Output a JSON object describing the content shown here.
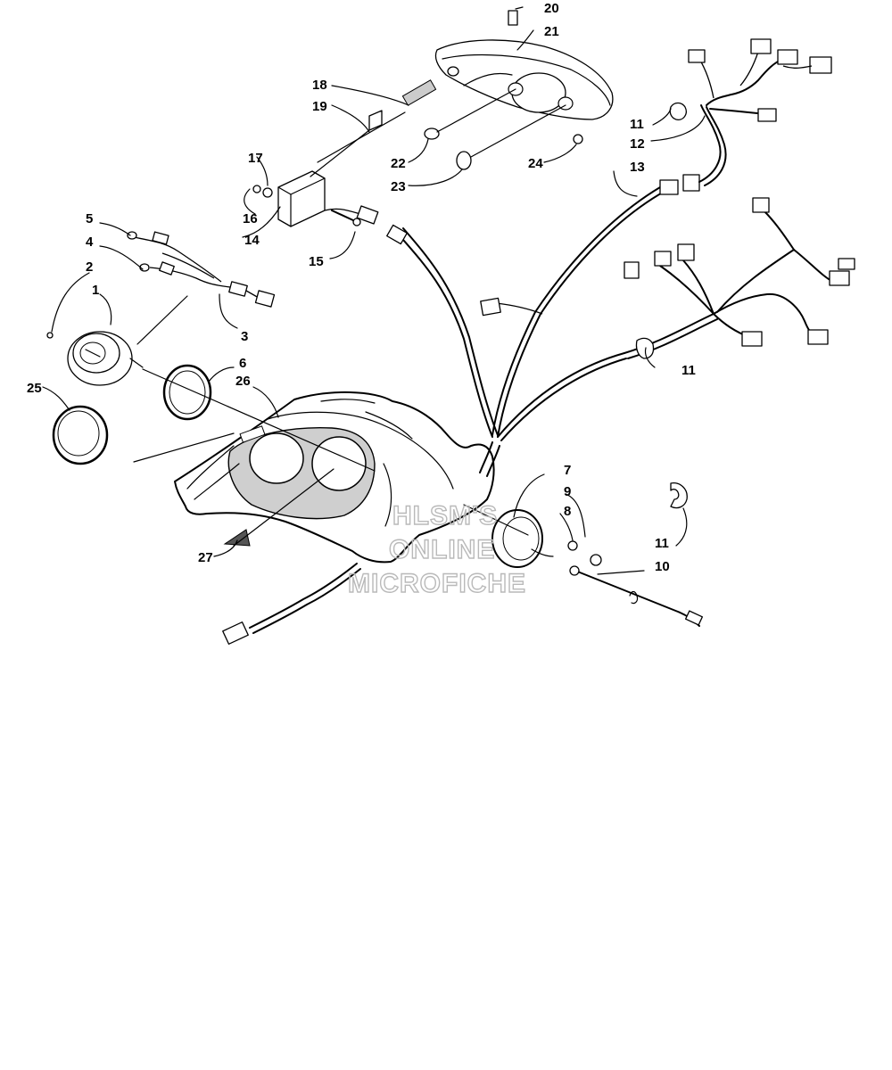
{
  "diagram": {
    "callouts": [
      "1",
      "2",
      "3",
      "4",
      "5",
      "6",
      "7",
      "8",
      "9",
      "10",
      "11",
      "12",
      "13",
      "14",
      "15",
      "16",
      "17",
      "18",
      "19",
      "20",
      "21",
      "22",
      "23",
      "24",
      "25",
      "26",
      "27"
    ]
  },
  "watermark": {
    "line1": "HLSM'S",
    "line2": "ONLINE",
    "line3": "MICROFICHE"
  }
}
